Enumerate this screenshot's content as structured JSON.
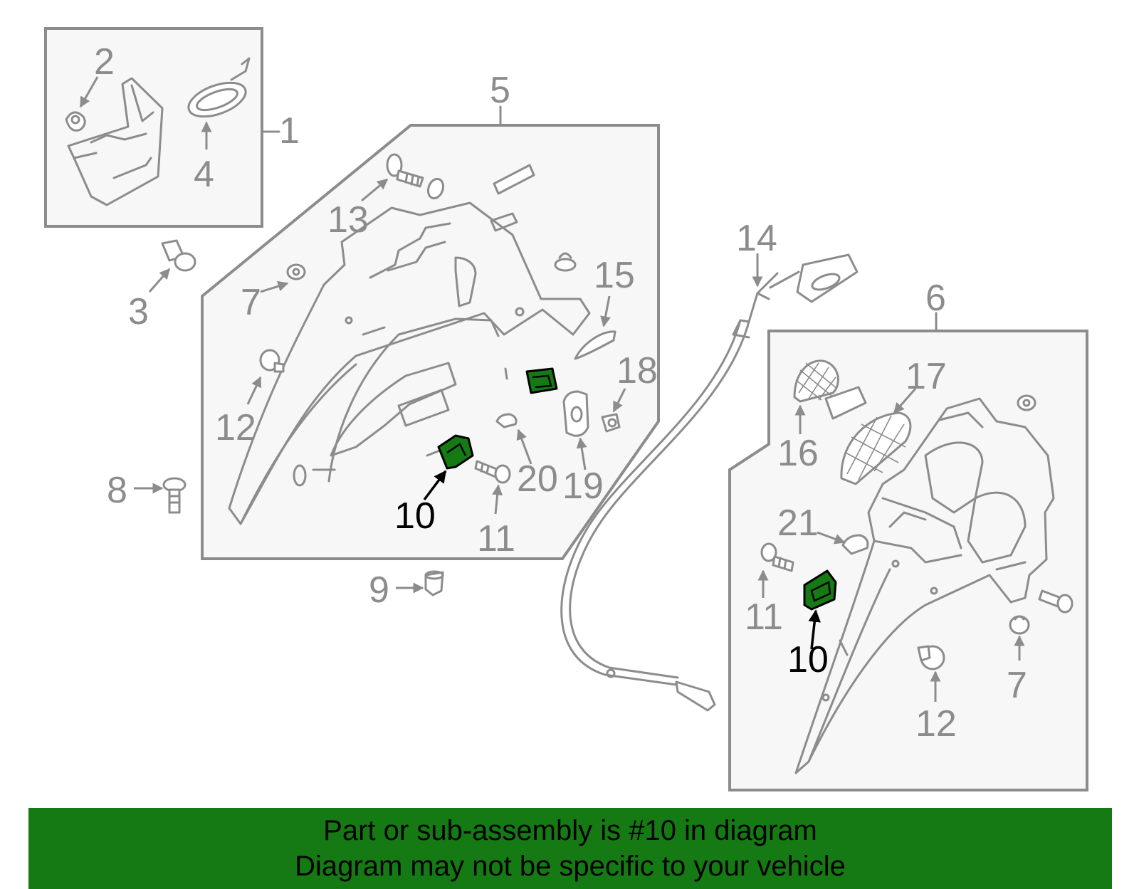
{
  "callouts": {
    "c1": "1",
    "c2": "2",
    "c3": "3",
    "c4": "4",
    "c5": "5",
    "c6": "6",
    "c7a": "7",
    "c7b": "7",
    "c8": "8",
    "c9": "9",
    "c10a": "10",
    "c10b": "10",
    "c11a": "11",
    "c11b": "11",
    "c12a": "12",
    "c12b": "12",
    "c13": "13",
    "c14": "14",
    "c15": "15",
    "c16": "16",
    "c17": "17",
    "c18": "18",
    "c19": "19",
    "c20": "20",
    "c21": "21"
  },
  "highlight": {
    "part_number": "10",
    "color": "#157a14"
  },
  "banner": {
    "line1": "Part or sub-assembly is #10 in diagram",
    "line2": "Diagram may not be specific to your vehicle"
  }
}
